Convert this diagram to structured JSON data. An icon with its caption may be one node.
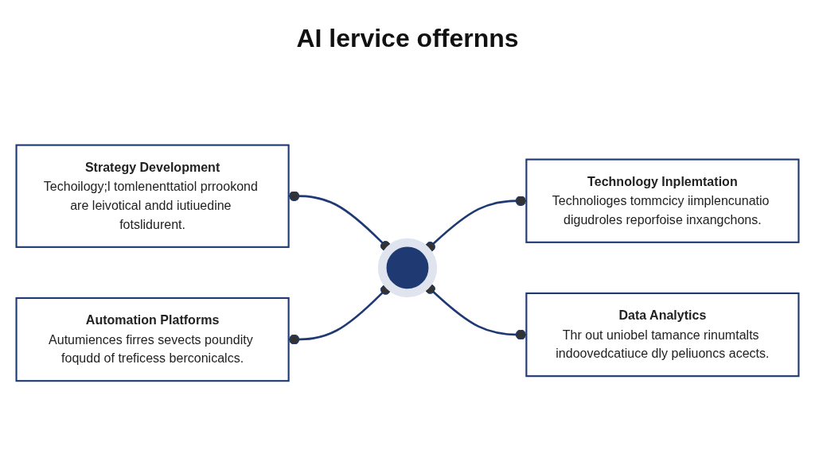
{
  "diagram": {
    "title": "AI lervice offernns",
    "nodes": [
      {
        "text": [
          "Strategy Development",
          "Techoilogy;l tomlenenttatiol prrookond are leivotical andd iutiuedine fotslidurent."
        ]
      },
      {
        "text": [
          "Technology Inplemtation",
          "Technolioges tommcicy iimplencunatio digudroles reporfoise inxangchons."
        ]
      },
      {
        "text": [],
        "shape": "circle"
      },
      {
        "text": [
          "Automation Platforms",
          "Autumiences firres sevects poundity foqudd of treficess berconicalcs."
        ]
      },
      {
        "text": [
          "Data Analytics",
          "Thr out uniobel tamance rinumtalts indoovedcatiuce dly peliuoncs acects."
        ]
      }
    ],
    "edges": [
      {
        "from": 0,
        "to": 2,
        "arrow": "other"
      },
      {
        "from": 2,
        "to": 1,
        "arrow": "other"
      },
      {
        "from": 3,
        "to": 2,
        "arrow": "other"
      },
      {
        "from": 2,
        "to": 4,
        "arrow": "other"
      }
    ]
  }
}
